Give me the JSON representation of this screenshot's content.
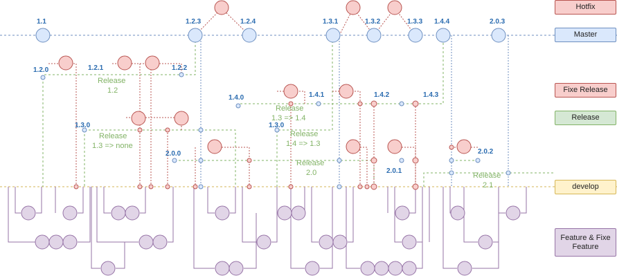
{
  "legend": {
    "hotfix": "Hotfix",
    "master": "Master",
    "fix_release": "Fixe Release",
    "release": "Release",
    "develop": "develop",
    "feature": "Feature & Fixe Feature"
  },
  "versions": {
    "v1_1": "1.1",
    "v1_2_3": "1.2.3",
    "v1_2_4": "1.2.4",
    "v1_3_1": "1.3.1",
    "v1_3_2": "1.3.2",
    "v1_3_3": "1.3.3",
    "v1_4_4": "1.4.4",
    "v2_0_3": "2.0.3",
    "v1_2_0": "1.2.0",
    "v1_2_1": "1.2.1",
    "v1_2_2": "1.2.2",
    "v1_4_0": "1.4.0",
    "v1_4_1": "1.4.1",
    "v1_4_2": "1.4.2",
    "v1_4_3": "1.4.3",
    "v1_3_0_a": "1.3.0",
    "v1_3_0_b": "1.3.0",
    "v2_0_0": "2.0.0",
    "v2_0_1": "2.0.1",
    "v2_0_2": "2.0.2"
  },
  "release_labels": {
    "r1_2_l1": "Release",
    "r1_2_l2": "1.2",
    "r1_3_none_l1": "Release",
    "r1_3_none_l2": "1.3 => none",
    "r1_3_14_l1": "Release",
    "r1_3_14_l2": "1.3 => 1.4",
    "r1_4_13_l1": "Release",
    "r1_4_13_l2": "1.4 => 1.3",
    "r2_0_l1": "Release",
    "r2_0_l2": "2.0",
    "r2_1_l1": "Release",
    "r2_1_l2": "2.1"
  },
  "colors": {
    "master_line": "#6c8ebf",
    "master_fill": "#dae8fc",
    "hotfix_line": "#b85450",
    "hotfix_fill": "#f8cecc",
    "release_line": "#82b366",
    "develop_line": "#d6b656",
    "feature_line": "#9673a6",
    "feature_fill": "#e1d5e7",
    "version_text": "#2b6cb0"
  }
}
